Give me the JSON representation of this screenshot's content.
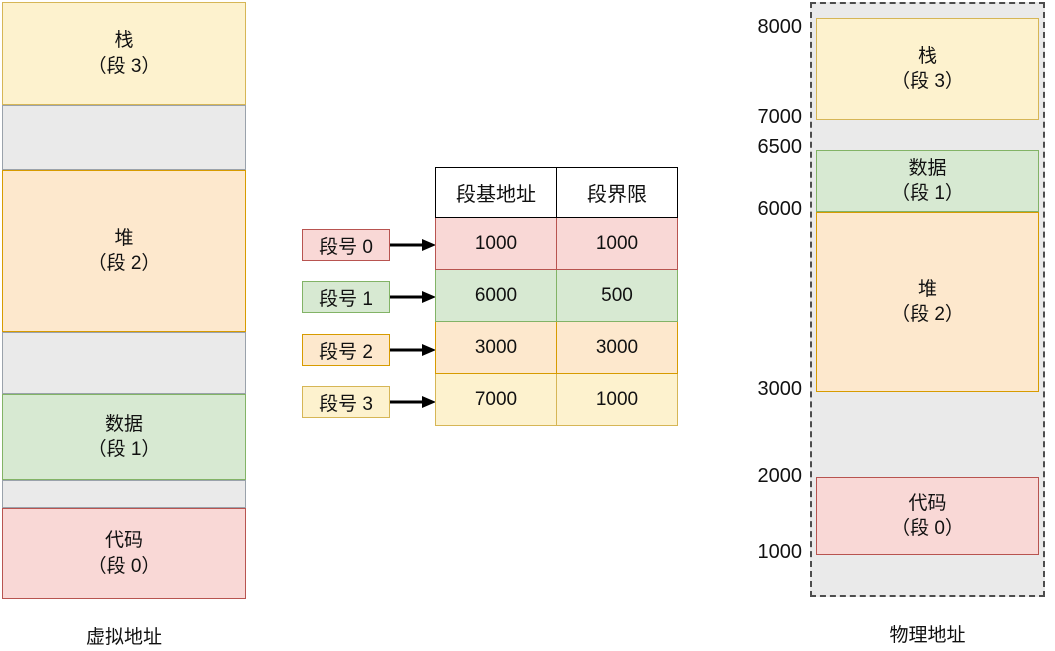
{
  "diagram": {
    "title_semantic": "segmentation-address-translation",
    "colors": {
      "code": "#f9d8d6",
      "code_border": "#b85450",
      "data": "#d7e9d2",
      "data_border": "#82b366",
      "heap": "#fde8cd",
      "heap_border": "#d79b00",
      "stack": "#fdf2ce",
      "stack_border": "#d6b656",
      "free": "#eaeaea",
      "free_border": "#9aa2ab",
      "table_header_border": "#000000",
      "arrow": "#000000"
    }
  },
  "virtual": {
    "caption": "虚拟地址",
    "blocks": [
      {
        "line1": "栈",
        "line2": "（段 3）",
        "kind": "stack"
      },
      {
        "line1": "",
        "line2": "",
        "kind": "free"
      },
      {
        "line1": "堆",
        "line2": "（段 2）",
        "kind": "heap"
      },
      {
        "line1": "",
        "line2": "",
        "kind": "free"
      },
      {
        "line1": "数据",
        "line2": "（段 1）",
        "kind": "data"
      },
      {
        "line1": "",
        "line2": "",
        "kind": "free"
      },
      {
        "line1": "代码",
        "line2": "（段 0）",
        "kind": "code"
      }
    ]
  },
  "segment_selectors": [
    {
      "label": "段号 0",
      "kind": "code"
    },
    {
      "label": "段号 1",
      "kind": "data"
    },
    {
      "label": "段号 2",
      "kind": "heap"
    },
    {
      "label": "段号 3",
      "kind": "stack"
    }
  ],
  "table": {
    "headers": [
      "段基地址",
      "段界限"
    ],
    "rows": [
      {
        "base": "1000",
        "limit": "1000",
        "kind": "code"
      },
      {
        "base": "6000",
        "limit": "500",
        "kind": "data"
      },
      {
        "base": "3000",
        "limit": "3000",
        "kind": "heap"
      },
      {
        "base": "7000",
        "limit": "1000",
        "kind": "stack"
      }
    ]
  },
  "physical": {
    "caption": "物理地址",
    "ticks": [
      "8000",
      "7000",
      "6500",
      "6000",
      "3000",
      "2000",
      "1000"
    ],
    "blocks": [
      {
        "line1": "栈",
        "line2": "（段 3）",
        "kind": "stack",
        "range": "7000-8000"
      },
      {
        "line1": "数据",
        "line2": "（段 1）",
        "kind": "data",
        "range": "6000-6500"
      },
      {
        "line1": "堆",
        "line2": "（段 2）",
        "kind": "heap",
        "range": "3000-6000"
      },
      {
        "line1": "代码",
        "line2": "（段 0）",
        "kind": "code",
        "range": "1000-2000"
      }
    ]
  }
}
